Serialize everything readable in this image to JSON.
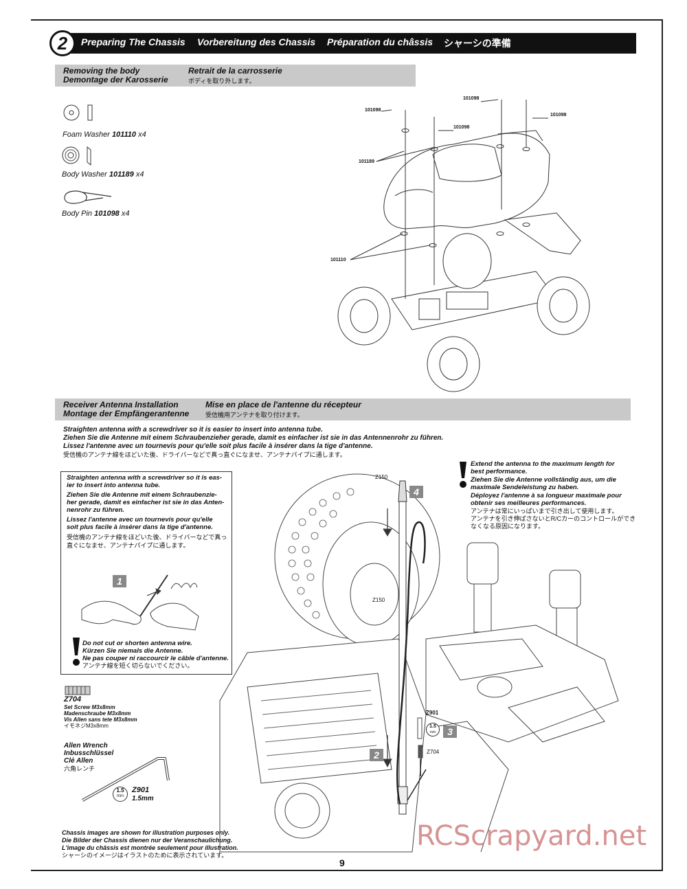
{
  "header": {
    "step_number": "2",
    "titles": [
      "Preparing The Chassis",
      "Vorbereitung des Chassis",
      "Préparation du châssis",
      "シャーシの準備"
    ]
  },
  "section1": {
    "en": "Removing the body",
    "de": "Demontage der Karosserie",
    "fr": "Retrait de la carrosserie",
    "ja": "ボディを取り外します。"
  },
  "parts": [
    {
      "name": "Foam Washer",
      "code": "101110",
      "qty": "x4"
    },
    {
      "name": "Body Washer",
      "code": "101189",
      "qty": "x4"
    },
    {
      "name": "Body Pin",
      "code": "101098",
      "qty": "x4"
    }
  ],
  "diagram1_labels": {
    "pin_a": "101098",
    "pin_b": "101098",
    "pin_c": "101098",
    "pin_d": "101098",
    "washer": "101189",
    "foam": "101110"
  },
  "section2": {
    "en": "Receiver Antenna Installation",
    "de": "Montage der Empfängerantenne",
    "fr": "Mise en place de l'antenne du récepteur",
    "ja": "受信機用アンテナを取り付けます。"
  },
  "instructions": {
    "en": "Straighten antenna with a screwdriver so it is easier to insert into antenna tube.",
    "de": "Ziehen Sie die Antenne mit einem Schraubenzieher gerade, damit es einfacher ist sie in das Antennenrohr zu führen.",
    "fr": "Lissez l'antenne avec un tournevis pour qu'elle soit plus facile à insérer dans la tige d'antenne.",
    "ja": "受信機のアンテナ線をほどいた後、ドライバーなどで真っ直ぐになませ、アンテナパイプに通します。"
  },
  "box": {
    "en": [
      "Straighten antenna with a screwdriver so it is eas-",
      "ier to insert into antenna tube."
    ],
    "de": [
      "Ziehen Sie die Antenne mit einem Schraubenzie-",
      "her gerade, damit es einfacher ist sie in das Anten-",
      "nenrohr zu führen."
    ],
    "fr": [
      "Lissez l'antenne avec un tournevis pour qu'elle",
      "soit plus facile à insérer dans la tige d'antenne."
    ],
    "ja": [
      "受信機のアンテナ線をほどいた後、ドライバーなどで真っ",
      "直ぐになませ、アンテナパイプに通します。"
    ],
    "step": "1",
    "warning": [
      "Do not cut or shorten antenna wire.",
      "Kürzen Sie niemals die Antenne.",
      "Ne pas couper ni raccourcir le câble d'antenne.",
      "アンテナ線を短く切らないでください。"
    ]
  },
  "warning_right": {
    "en": [
      "Extend the antenna to the maximum length for",
      "best performance."
    ],
    "de": [
      "Ziehen Sie die Antenne vollständig aus, um die",
      "maximale Sendeleistung zu haben."
    ],
    "fr": [
      "Déployez l'antenne à sa longueur maximale pour",
      "obtenir ses meilleures performances."
    ],
    "ja": [
      "アンテナは常にいっぱいまで引き出して使用します。",
      "アンテナを引き伸ばさないとR/Cカーのコントロールができ",
      "なくなる原因になります。"
    ]
  },
  "diagram2_labels": {
    "z150_top": "Z150",
    "z150_mid": "Z150",
    "z901": "Z901",
    "z704": "Z704",
    "step2": "2",
    "step3": "3",
    "step4": "4",
    "tool_size": "1.5",
    "tool_unit": "mm"
  },
  "tools": {
    "screw_code": "Z704",
    "screw_names": [
      "Set Screw M3x8mm",
      "Madenschraube M3x8mm",
      "Vis Allen sans tete M3x8mm",
      "イモネジM3x8mm"
    ],
    "wrench_names": [
      "Allen Wrench",
      "Inbusschlüssel",
      "Clé Allen",
      "六角レンチ"
    ],
    "wrench_code": "Z901",
    "wrench_size": "1.5mm",
    "wrench_badge": "1.5",
    "wrench_badge_unit": "mm"
  },
  "footer": [
    "Chassis images are shown for illustration purposes only.",
    "Die Bilder der Chassis dienen nur der  Veranschaulichung.",
    "L'image du châssis est montrée seulement pour illustration.",
    "シャーシのイメージはイラストのために表示されています。"
  ],
  "page_number": "9",
  "watermark": "RCScrapyard.net"
}
